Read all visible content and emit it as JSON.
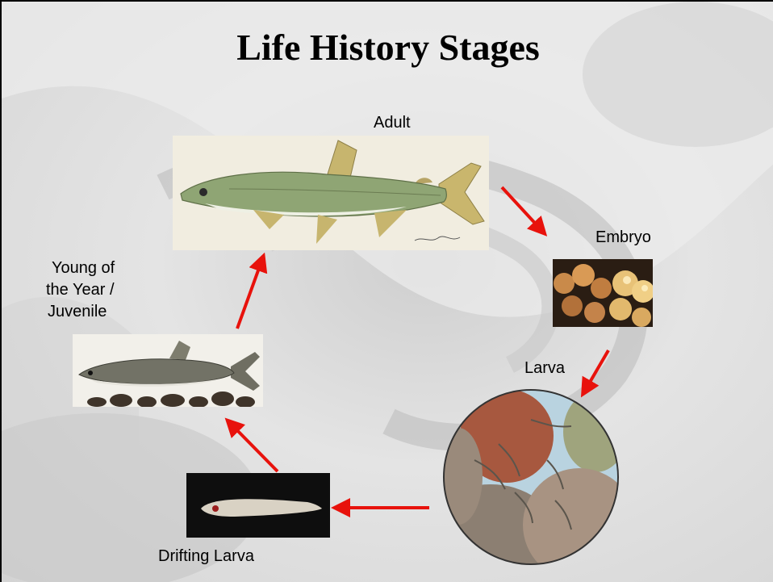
{
  "slide": {
    "title": "Life History Stages"
  },
  "stages": {
    "adult": "Adult",
    "embryo": "Embryo",
    "larva": "Larva",
    "drifting_larva": "Drifting Larva",
    "juvenile_line1": "Young of",
    "juvenile_line2": "the Year /",
    "juvenile_line3": "Juvenile"
  },
  "colors": {
    "arrow": "#e8120c",
    "fish_body": "#8fa574",
    "fish_belly": "#eef0e4"
  }
}
